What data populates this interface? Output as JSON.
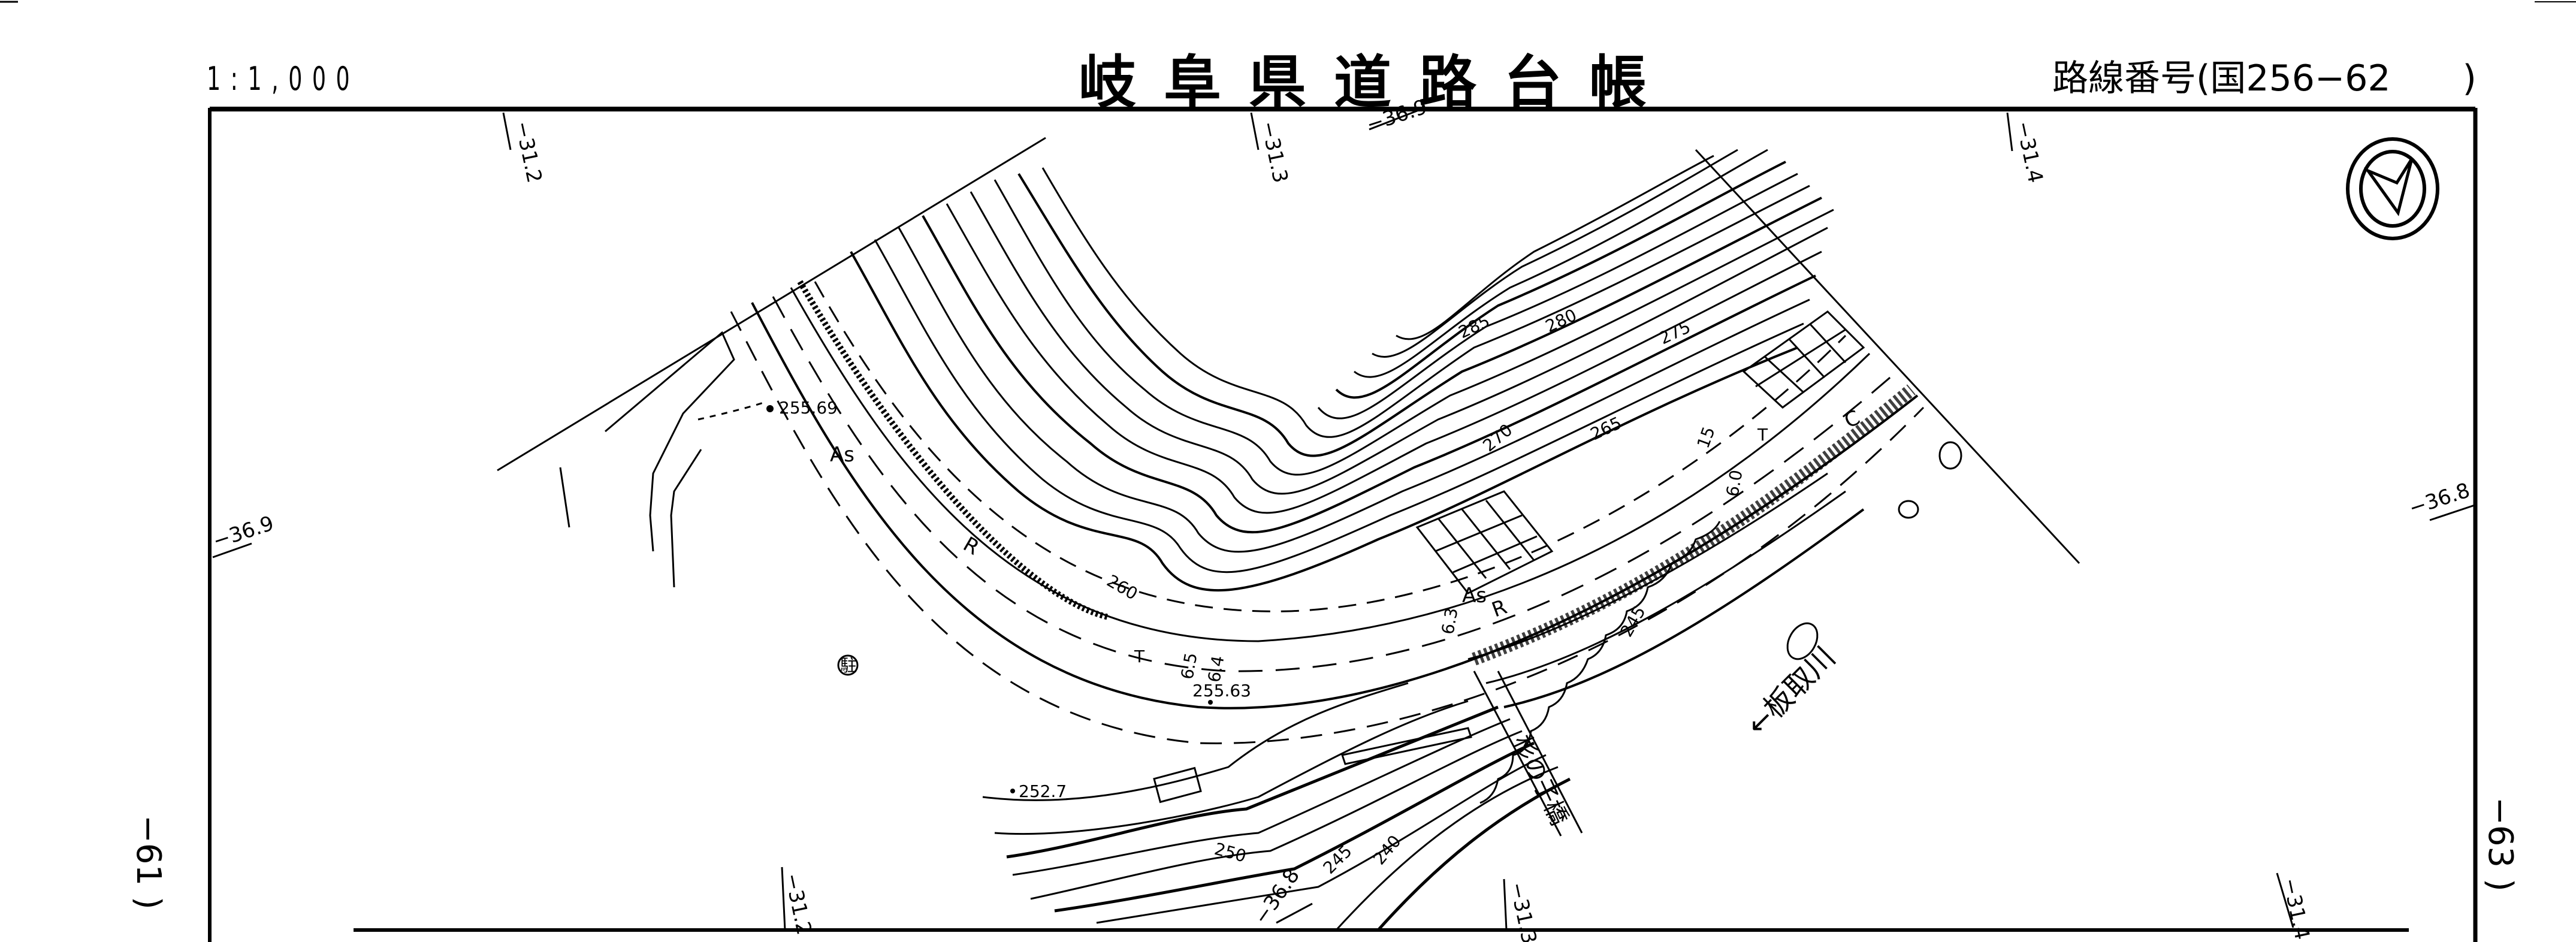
{
  "header": {
    "scale": "1:1,000",
    "title": "岐阜県道路台帳",
    "route_label": "路線番号(国256−62　　)"
  },
  "margins": {
    "left_sheet": "−61 )",
    "right_sheet": "−63 )"
  },
  "grid_labels": {
    "top": [
      "−31.2",
      "−31.3",
      "−36.9",
      "−31.4"
    ],
    "left": "−36.9",
    "right": "−36.8",
    "bottom": [
      "−31.2",
      "−36.8",
      "−31.3",
      "−31.4"
    ]
  },
  "contours": [
    "285",
    "280",
    "275",
    "270",
    "265",
    "260",
    "250",
    "245",
    "245",
    "240"
  ],
  "spot_heights": [
    "255.69",
    "255.63",
    "252.7"
  ],
  "road_labels": {
    "surface_as_1": "As",
    "surface_as_2": "As",
    "road_r_1": "R",
    "road_r_2": "R",
    "road_c": "C",
    "marker_t_1": "T",
    "marker_t_2": "T",
    "width_a": "6.5",
    "width_b": "6.4",
    "width_c": "6.3",
    "width_d": "6.0",
    "width_e": "15"
  },
  "place_labels": {
    "bridge": "杉の子橋",
    "river": "←板取川",
    "parking_symbol": "駐"
  },
  "north_arrow": {
    "icon": "north-arrow-icon"
  }
}
